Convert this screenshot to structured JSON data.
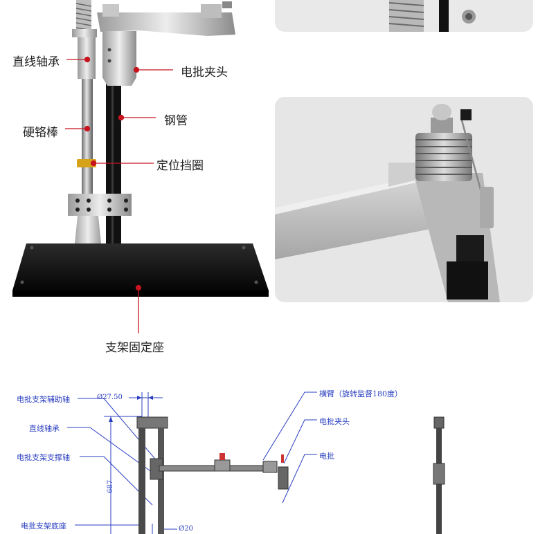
{
  "photo_labels": {
    "linear_bearing": "直线轴承",
    "driver_chuck": "电批夹头",
    "hard_chrome_rod": "硬铬棒",
    "steel_tube": "钢管",
    "positioning_ring": "定位挡圈",
    "stand_base": "支架固定座"
  },
  "drawing_labels": {
    "aux_shaft": "电批支架辅助轴",
    "linear_bearing": "直线轴承",
    "support_shaft": "电批支架支撑轴",
    "base": "电批支架底座",
    "arm": "横臂（旋转监督180度）",
    "chuck": "电批夹头",
    "driver": "电批"
  },
  "dimensions": {
    "diameter_top": "Ø27.50",
    "height": "687",
    "diameter_bottom": "Ø20"
  },
  "colors": {
    "label_line": "#c8141e",
    "drawing_blue": "#2a3fc0",
    "base_black": "#0d0d0d"
  }
}
